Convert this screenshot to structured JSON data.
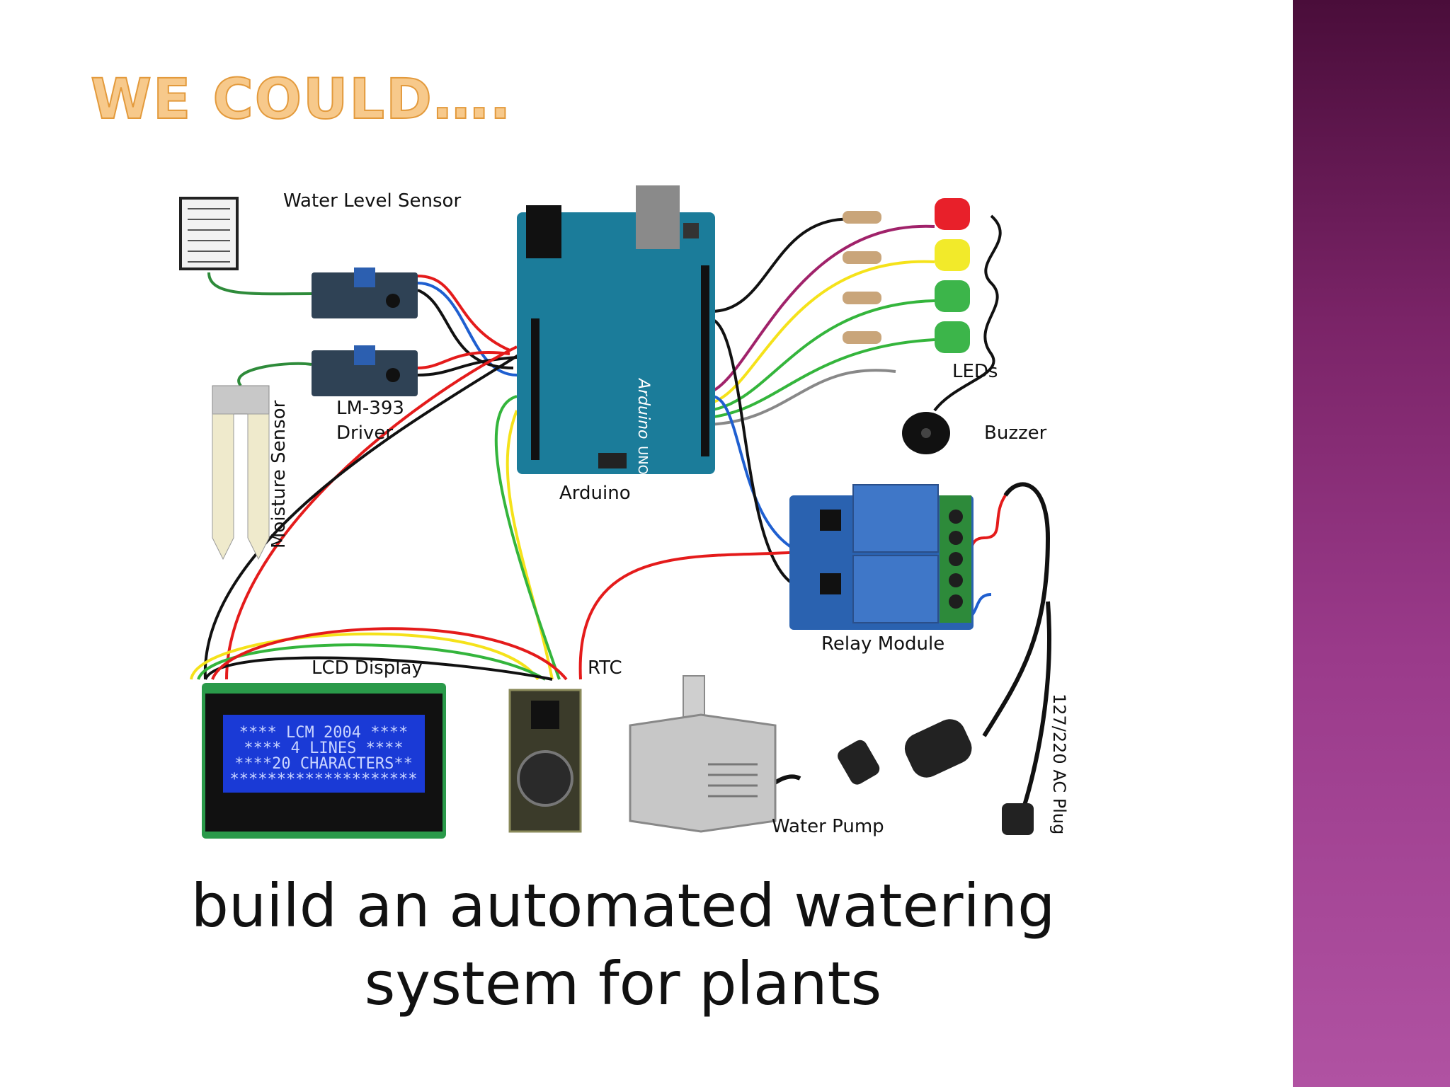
{
  "slide": {
    "title": "WE COULD….",
    "caption_line1": "build an automated watering",
    "caption_line2": "system for plants",
    "accent_colors": {
      "title": "#f7c98b",
      "sidebar": "#8b2a78"
    }
  },
  "diagram": {
    "labels": {
      "water_level_sensor": "Water Level Sensor",
      "lm393_line1": "LM-393",
      "lm393_line2": "Driver",
      "moisture_sensor": "Moisture Sensor",
      "arduino": "Arduino",
      "arduino_board_text": "Arduino",
      "arduino_uno": "UNO",
      "leds": "LEDs",
      "buzzer": "Buzzer",
      "relay_module": "Relay Module",
      "lcd_display": "LCD Display",
      "rtc": "RTC",
      "water_pump": "Water Pump",
      "ac_plug": "127/220 AC Plug"
    },
    "lcd_screen": {
      "line1": "****  LCM 2004  ****",
      "line2": "****  4 LINES   ****",
      "line3": "****20 CHARACTERS**",
      "line4": "********************"
    },
    "led_colors": [
      "#e8202a",
      "#f2ea2a",
      "#3cb54a",
      "#3cb54a"
    ]
  }
}
